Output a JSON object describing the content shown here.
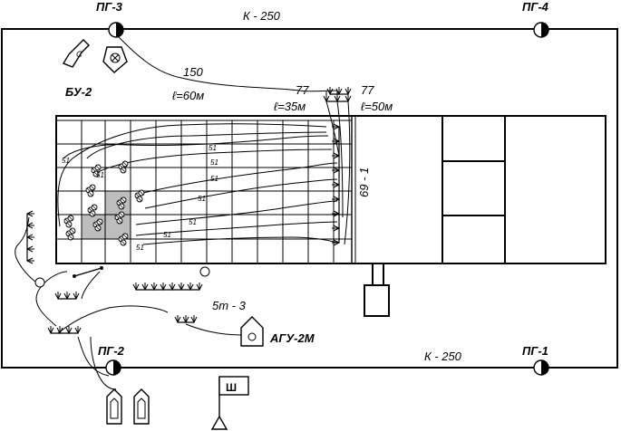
{
  "hydrants": {
    "pg3": "ПГ-3",
    "pg4": "ПГ-4",
    "pg2": "ПГ-2",
    "pg1": "ПГ-1"
  },
  "mains": {
    "top": "К - 250",
    "bottom": "К - 250"
  },
  "labels": {
    "bu2": "БУ-2",
    "hose_150": "150",
    "hose_60m": "ℓ=60м",
    "hose_77a": "77",
    "hose_35m": "ℓ=35м",
    "hose_77b": "77",
    "hose_50m": "ℓ=50м",
    "wall_69": "69 - 1",
    "truck_5t3": "5т - 3",
    "agu2m": "АГУ-2М",
    "sign_sh": "Ш",
    "hose_51": "51"
  },
  "colors": {
    "line": "#000000",
    "hatch": "#bdbdbd",
    "background": "#ffffff"
  }
}
